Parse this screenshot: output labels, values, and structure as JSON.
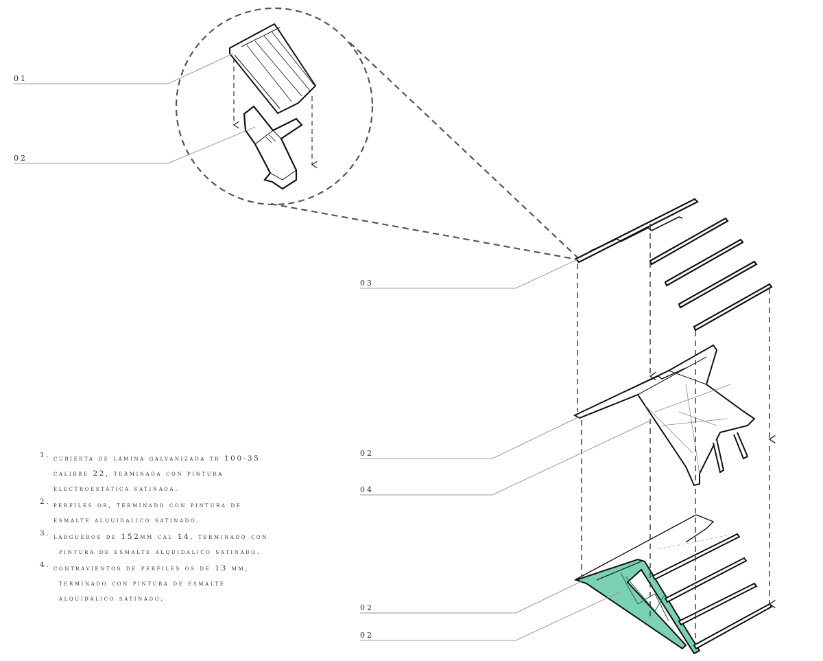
{
  "callouts": {
    "c01": "01",
    "c02_detail": "02",
    "c03": "03",
    "c02_mid": "02",
    "c04": "04",
    "c02_low_a": "02",
    "c02_low_b": "02"
  },
  "notes": [
    {
      "num": "1.",
      "lines": [
        "cubierta de  lámina galvanizada tr 100-35",
        "calibre 22, terminada con pintura",
        "electroestática satinada."
      ]
    },
    {
      "num": "2.",
      "lines": [
        "perfiles or, terminado con pintura de",
        "esmalte alquidalico satinado."
      ]
    },
    {
      "num": "3.",
      "lines": [
        "largueros de 152mm cal 14, terminado con",
        "pintura de esmalte alquidalico satinado."
      ]
    },
    {
      "num": "4.",
      "lines": [
        "contravientos de perfiles os de 13 mm,",
        "terminado con pintura de esmalte",
        "alquidalico satinado."
      ]
    }
  ],
  "colors": {
    "line": "#111111",
    "leader": "#888888",
    "dash": "#555555",
    "truss_fill": "#7ad1b3"
  }
}
